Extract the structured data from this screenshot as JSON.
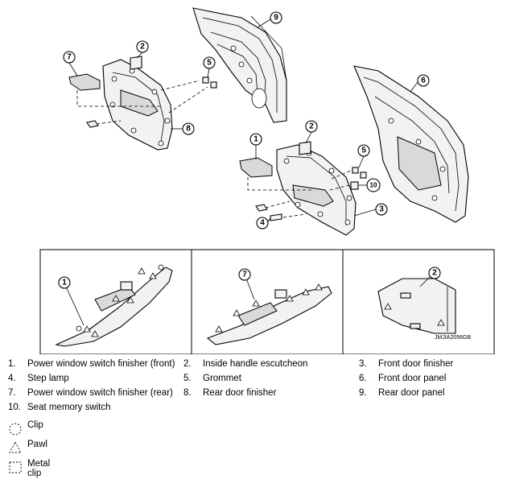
{
  "drawing_code": "JMJIA2056GB",
  "callouts": [
    "1",
    "2",
    "3",
    "4",
    "5",
    "6",
    "7",
    "8",
    "9",
    "10"
  ],
  "legend": [
    {
      "num": "1.",
      "label": "Power window switch finisher (front)"
    },
    {
      "num": "2.",
      "label": "Inside handle escutcheon"
    },
    {
      "num": "3.",
      "label": "Front door finisher"
    },
    {
      "num": "4.",
      "label": "Step lamp"
    },
    {
      "num": "5.",
      "label": "Grommet"
    },
    {
      "num": "6.",
      "label": "Front door panel"
    },
    {
      "num": "7.",
      "label": "Power window switch finisher (rear)"
    },
    {
      "num": "8.",
      "label": "Rear door finisher"
    },
    {
      "num": "9.",
      "label": "Rear door panel"
    },
    {
      "num": "10.",
      "label": "Seat memory switch"
    }
  ],
  "symbols": [
    {
      "icon": "clip-icon",
      "label": "Clip"
    },
    {
      "icon": "pawl-icon",
      "label": "Pawl"
    },
    {
      "icon": "metal-clip-icon",
      "label": "Metal clip"
    }
  ]
}
